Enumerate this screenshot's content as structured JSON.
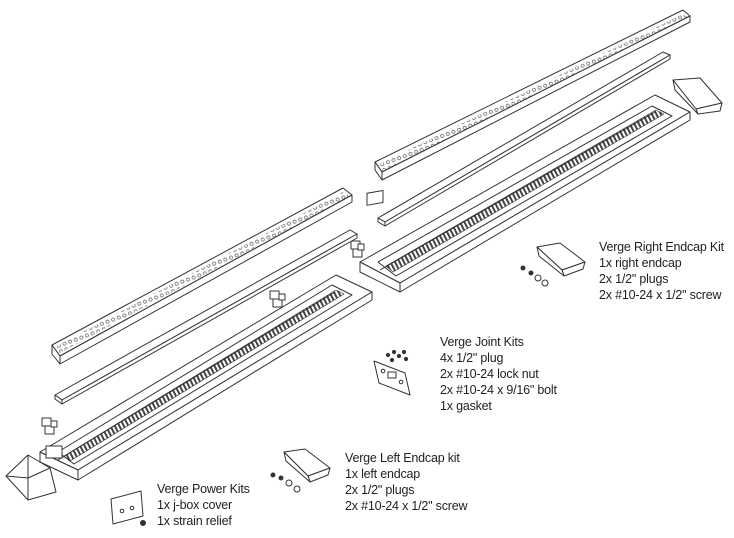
{
  "kits": {
    "right_endcap": {
      "title": "Verge Right Endcap Kit",
      "items": [
        "1x right endcap",
        "2x 1/2\" plugs",
        "2x #10-24 x 1/2\" screw"
      ]
    },
    "joint": {
      "title": "Verge Joint Kits",
      "items": [
        "4x 1/2\" plug",
        "2x #10-24 lock nut",
        "2x #10-24 x 9/16\" bolt",
        "1x gasket"
      ]
    },
    "left_endcap": {
      "title": "Verge Left Endcap kit",
      "items": [
        "1x left endcap",
        "2x 1/2\" plugs",
        "2x #10-24 x 1/2\" screw"
      ]
    },
    "power": {
      "title": "Verge Power Kits",
      "items": [
        "1x j-box cover",
        "1x strain relief"
      ]
    }
  },
  "colors": {
    "line": "#333333",
    "fill": "#ffffff",
    "dots": "#555555"
  }
}
